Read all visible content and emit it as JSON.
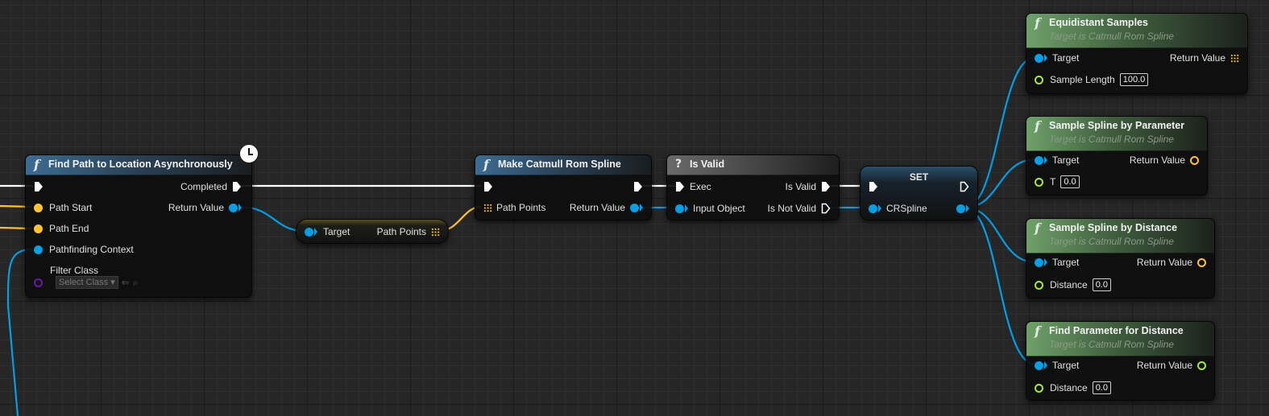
{
  "nodes": {
    "find_path": {
      "title": "Find Path to Location Asynchronously",
      "out_completed": "Completed",
      "path_start": "Path Start",
      "return_value": "Return Value",
      "path_end": "Path End",
      "pathfinding_context": "Pathfinding Context",
      "filter_class": "Filter Class",
      "select_class": "Select Class"
    },
    "get_path_points": {
      "target": "Target",
      "path_points": "Path Points"
    },
    "make_spline": {
      "title": "Make Catmull Rom Spline",
      "path_points": "Path Points",
      "return_value": "Return Value"
    },
    "is_valid": {
      "title": "Is Valid",
      "exec": "Exec",
      "is_valid": "Is Valid",
      "input_object": "Input Object",
      "is_not_valid": "Is Not Valid"
    },
    "set": {
      "title": "SET",
      "variable": "CRSpline"
    },
    "equidistant": {
      "title": "Equidistant Samples",
      "subtitle": "Target is Catmull Rom Spline",
      "target": "Target",
      "return_value": "Return Value",
      "sample_length": "Sample Length",
      "sample_length_value": "100.0"
    },
    "sample_by_param": {
      "title": "Sample Spline by Parameter",
      "subtitle": "Target is Catmull Rom Spline",
      "target": "Target",
      "return_value": "Return Value",
      "t": "T",
      "t_value": "0.0"
    },
    "sample_by_distance": {
      "title": "Sample Spline by Distance",
      "subtitle": "Target is Catmull Rom Spline",
      "target": "Target",
      "return_value": "Return Value",
      "distance": "Distance",
      "distance_value": "0.0"
    },
    "find_param": {
      "title": "Find Parameter for Distance",
      "subtitle": "Target is Catmull Rom Spline",
      "target": "Target",
      "return_value": "Return Value",
      "distance": "Distance",
      "distance_value": "0.0"
    }
  },
  "icons": {
    "function": "f",
    "is_valid": "?",
    "latent": "clock-icon"
  },
  "colors": {
    "exec_wire": "#ffffff",
    "object_wire": "#00a0e8",
    "vector_wire": "#fdc42f",
    "float_pin": "#a2ea3f",
    "class_pin": "#6a18a8",
    "function_header": "#3d6c92",
    "pure_header": "#6fa16a"
  }
}
